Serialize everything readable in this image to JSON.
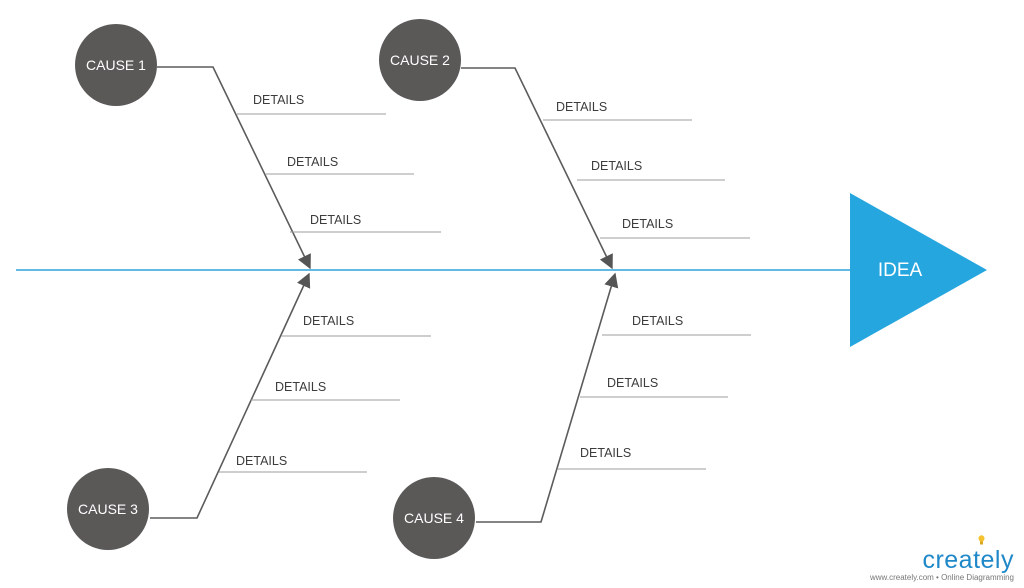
{
  "diagram": {
    "idea_label": "IDEA",
    "causes": {
      "c1": "CAUSE 1",
      "c2": "CAUSE 2",
      "c3": "CAUSE 3",
      "c4": "CAUSE 4"
    },
    "details": {
      "c1": [
        "DETAILS",
        "DETAILS",
        "DETAILS"
      ],
      "c2": [
        "DETAILS",
        "DETAILS",
        "DETAILS"
      ],
      "c3": [
        "DETAILS",
        "DETAILS",
        "DETAILS"
      ],
      "c4": [
        "DETAILS",
        "DETAILS",
        "DETAILS"
      ]
    },
    "colors": {
      "spine": "#2ea3dc",
      "head": "#26a6de",
      "cause_circle": "#5b5858",
      "bone": "#5b5b5b",
      "detail_line": "#9c9c9c"
    }
  },
  "branding": {
    "name": "creately",
    "tagline": "www.creately.com • Online Diagramming",
    "icon": "lightbulb-icon"
  }
}
